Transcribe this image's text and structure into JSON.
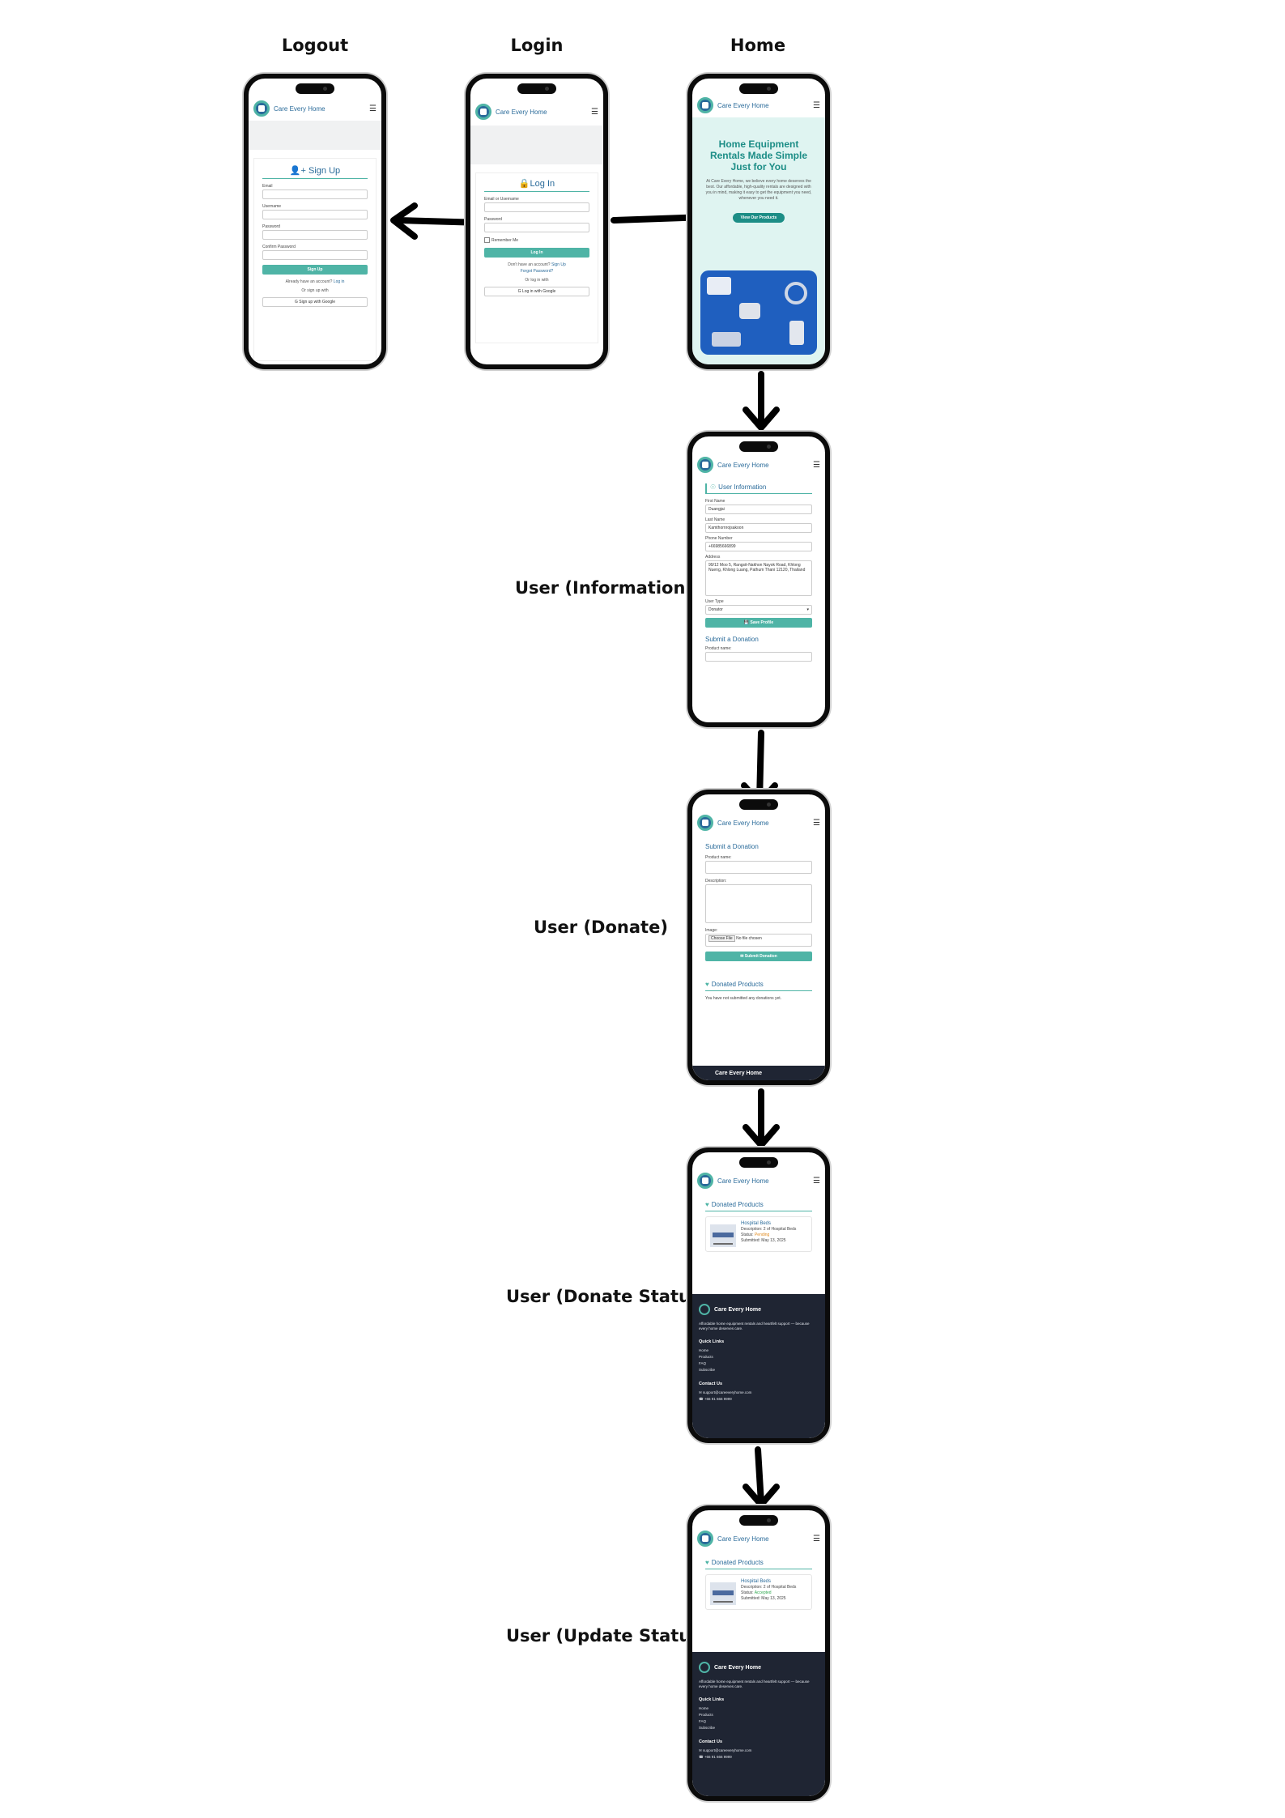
{
  "labels": {
    "logout": "Logout",
    "login": "Login",
    "home": "Home",
    "user_info": "User (Information)",
    "user_donate": "User (Donate)",
    "user_donate_status": "User (Donate Status)",
    "user_update_status": "User (Update Status)"
  },
  "brand": "Care Every Home",
  "signup": {
    "title": "Sign Up",
    "email_label": "Email",
    "username_label": "Username",
    "password_label": "Password",
    "confirm_label": "Confirm Password",
    "button": "Sign Up",
    "have_account": "Already have an account?",
    "login_link": "Log in",
    "or_text": "Or sign up with",
    "google_button": "Sign up with Google"
  },
  "login": {
    "title": "Log In",
    "email_label": "Email or Username",
    "password_label": "Password",
    "remember": "Remember Me",
    "button": "Log In",
    "no_account": "Don't have an account?",
    "signup_link": "Sign Up",
    "forgot": "Forgot Password?",
    "or_text": "Or log in with",
    "google_button": "Log in with Google"
  },
  "home": {
    "title": "Home Equipment Rentals Made Simple Just for You",
    "subtitle": "At Care Every Home, we believe every home deserves the best. Our affordable, high-quality rentals are designed with you in mind, making it easy to get the equipment you need, whenever you need it.",
    "cta": "View Our Products"
  },
  "user_info": {
    "section_title": "User Information",
    "first_name_label": "First Name",
    "first_name": "Duangjai",
    "last_name_label": "Last Name",
    "last_name": "Kamthornrojsakoon",
    "phone_label": "Phone Number",
    "phone": "+66985666899",
    "address_label": "Address",
    "address": "99/12 Moo 5, Rangsit-Nakhon Nayok Road, Khlong Nueng, Khlong Luang, Pathum Thani 12120, Thailand",
    "user_type_label": "User Type",
    "user_type": "Donator",
    "save_button": "Save Profile",
    "donation_title": "Submit a Donation",
    "product_label": "Product name:"
  },
  "donate": {
    "title": "Submit a Donation",
    "product_label": "Product name:",
    "description_label": "Description:",
    "image_label": "Image:",
    "choose_file": "Choose File",
    "no_file": "No file chosen",
    "submit_button": "Submit Donation",
    "donated_title": "Donated Products",
    "empty_text": "You have not submitted any donations yet.",
    "footer_brand": "Care Every Home"
  },
  "donate_status": {
    "donated_title": "Donated Products",
    "product_name": "Hospital Beds",
    "description": "Description: 2 of Hospital Beds",
    "status_label": "Status:",
    "status_pending": "Pending",
    "status_accepted": "Accepted",
    "submitted": "Submitted: May 13, 2025"
  },
  "footer": {
    "brand": "Care Every Home",
    "tagline": "Affordable home equipment rentals and heartfelt support — because every home deserves care.",
    "quick_links_title": "Quick Links",
    "links": [
      "Home",
      "Products",
      "FAQ",
      "Subscribe"
    ],
    "contact_title": "Contact Us",
    "email": "support@careeveryhome.com",
    "phone": "+66 91 666 9999"
  },
  "colors": {
    "teal": "#4fb4a6",
    "brand_blue": "#2a6b9a",
    "footer_dark": "#1f2533",
    "hero_bg": "#dff4f1"
  },
  "icons": {
    "menu": "hamburger-icon",
    "signup": "user-plus-icon",
    "login": "lock-icon",
    "user": "user-circle-icon",
    "google": "google-icon",
    "save": "floppy-icon",
    "submit": "send-icon",
    "donated": "hand-heart-icon",
    "email": "envelope-icon",
    "phone": "phone-icon"
  }
}
